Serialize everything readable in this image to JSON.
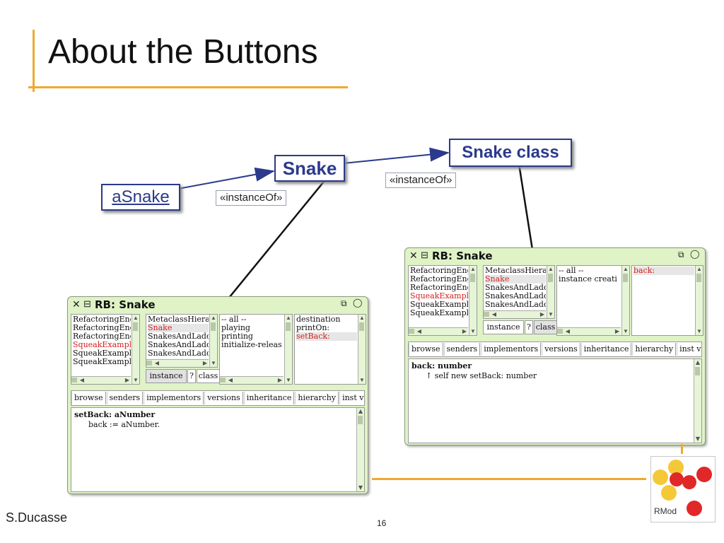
{
  "slide": {
    "title": "About the Buttons",
    "author": "S.Ducasse",
    "page_number": "16",
    "accent_color": "#f0a830"
  },
  "diagram": {
    "asnake": "aSnake",
    "snake": "Snake",
    "snake_class": "Snake class",
    "instance_of_1": "«instanceOf»",
    "instance_of_2": "«instanceOf»"
  },
  "browser_left": {
    "title": "RB: Snake",
    "packages": [
      "RefactoringEng",
      "RefactoringEng",
      "RefactoringEng",
      "SqueakExample",
      "SqueakExample",
      "SqueakExample"
    ],
    "classes": [
      "MetaclassHiera",
      "Snake",
      "SnakesAndLadd",
      "SnakesAndLadd",
      "SnakesAndLadd"
    ],
    "protocols": [
      "-- all --",
      "playing",
      "printing",
      "initialize-releas"
    ],
    "methods": [
      "destination",
      "printOn:",
      "setBack:"
    ],
    "toggle": {
      "instance": "instance",
      "help": "?",
      "class": "class"
    },
    "toolbar": [
      "browse",
      "senders",
      "implementors",
      "versions",
      "inheritance",
      "hierarchy",
      "inst v"
    ],
    "code": {
      "selector": "setBack: aNumber",
      "body": "back := aNumber."
    }
  },
  "browser_right": {
    "title": "RB: Snake",
    "packages": [
      "RefactoringEng",
      "RefactoringEng",
      "RefactoringEng",
      "SqueakExample",
      "SqueakExample",
      "SqueakExample"
    ],
    "classes": [
      "MetaclassHiera",
      "Snake",
      "SnakesAndLadd",
      "SnakesAndLadd",
      "SnakesAndLadd"
    ],
    "protocols": [
      "-- all --",
      "instance creati"
    ],
    "methods": [
      "back:"
    ],
    "toggle": {
      "instance": "instance",
      "help": "?",
      "class": "class"
    },
    "toolbar": [
      "browse",
      "senders",
      "implementors",
      "versions",
      "inheritance",
      "hierarchy",
      "inst v"
    ],
    "code": {
      "selector": "back: number",
      "body": "↑ self new setBack: number"
    }
  },
  "logo": {
    "text": "RMod",
    "colors": {
      "yellow": "#f5c838",
      "red": "#e02828"
    }
  }
}
